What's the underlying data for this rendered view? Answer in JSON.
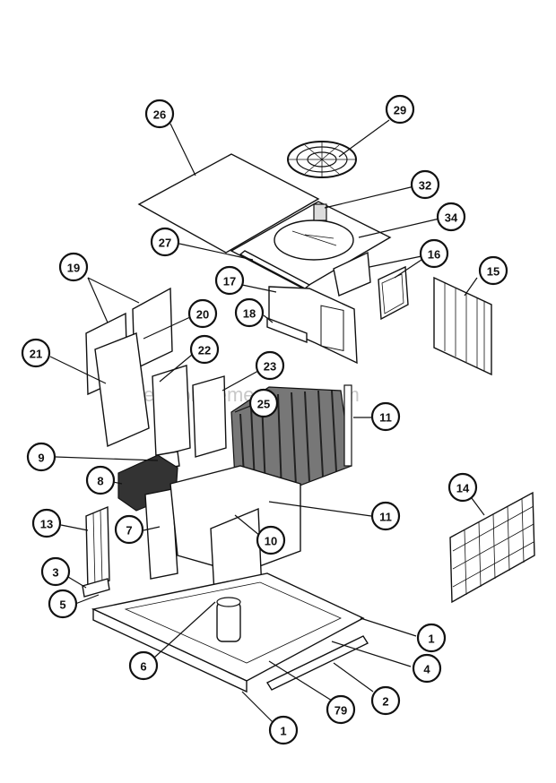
{
  "diagram": {
    "watermark": "eReplacementParts.com",
    "callouts": [
      {
        "label": "26"
      },
      {
        "label": "29"
      },
      {
        "label": "32"
      },
      {
        "label": "34"
      },
      {
        "label": "27"
      },
      {
        "label": "16"
      },
      {
        "label": "15"
      },
      {
        "label": "19"
      },
      {
        "label": "17"
      },
      {
        "label": "18"
      },
      {
        "label": "20"
      },
      {
        "label": "21"
      },
      {
        "label": "22"
      },
      {
        "label": "23"
      },
      {
        "label": "25"
      },
      {
        "label": "11"
      },
      {
        "label": "9"
      },
      {
        "label": "8"
      },
      {
        "label": "14"
      },
      {
        "label": "13"
      },
      {
        "label": "7"
      },
      {
        "label": "11"
      },
      {
        "label": "10"
      },
      {
        "label": "3"
      },
      {
        "label": "5"
      },
      {
        "label": "1"
      },
      {
        "label": "6"
      },
      {
        "label": "4"
      },
      {
        "label": "79"
      },
      {
        "label": "2"
      },
      {
        "label": "1"
      }
    ]
  }
}
